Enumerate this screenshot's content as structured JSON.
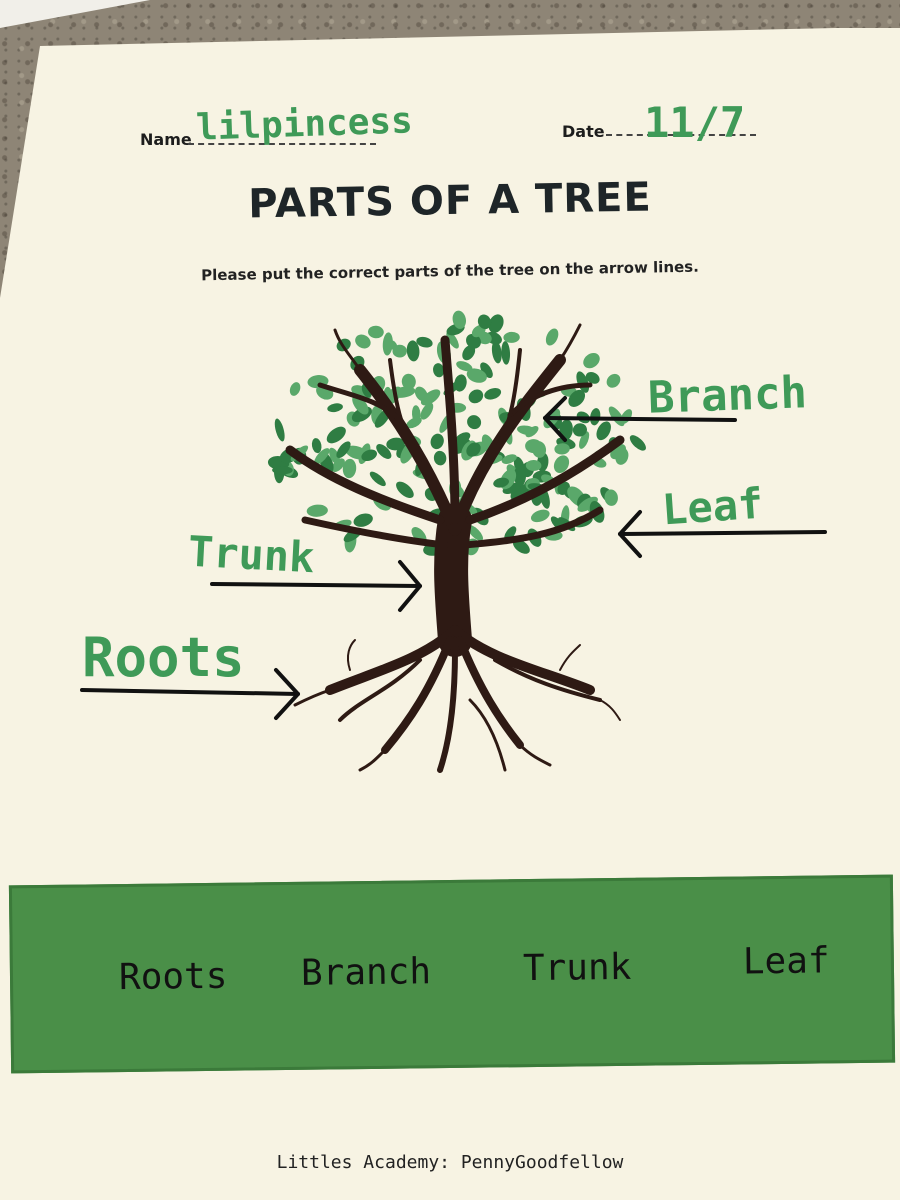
{
  "header": {
    "name_label": "Name",
    "name_value": "lilpincess",
    "date_label": "Date",
    "date_value": "11/7"
  },
  "title": "PARTS OF A TREE",
  "instructions": "Please put the correct parts of the tree on the arrow lines.",
  "answers": {
    "branch": "Branch",
    "leaf": "Leaf",
    "trunk": "Trunk",
    "roots": "Roots"
  },
  "word_bank": [
    "Roots",
    "Branch",
    "Trunk",
    "Leaf"
  ],
  "footer": "Littles Academy: PennyGoodfellow",
  "colors": {
    "handwriting": "#3f9a58",
    "word_bank_bg": "#4a8f48",
    "leaf_dark": "#2f7d43",
    "leaf_light": "#5aa86a",
    "bark": "#2e1a14",
    "paper": "#f7f3e3"
  }
}
